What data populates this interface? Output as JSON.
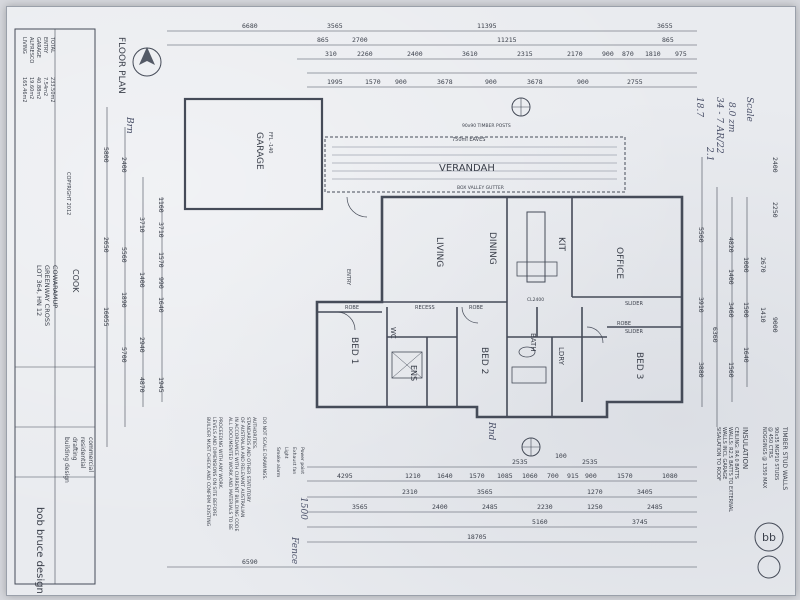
{
  "drawing": {
    "title": "FLOOR PLAN",
    "client": "COOK",
    "lot": "LOT 364, HN 12",
    "estate": "GREENWAY CROSS",
    "suburb": "COWARAMUP",
    "company": "bob bruce design",
    "services": [
      "building design",
      "drafting",
      "residential",
      "commercial"
    ],
    "area_rows": [
      {
        "label": "LIVING",
        "value": "165.46m2"
      },
      {
        "label": "ALFRESCO",
        "value": "19.60m2"
      },
      {
        "label": "GARAGE",
        "value": "40.88m2"
      },
      {
        "label": "ENTRY",
        "value": "7.54m2"
      },
      {
        "label": "TOTAL",
        "value": "233.50m2"
      }
    ],
    "copyright": "COPYRIGHT 2012",
    "notes": [
      "BUILDER MUST CHECK AND CONFIRM EXISTING",
      "LEVELS AND DIMENSIONS ON SITE BEFORE",
      "PROCEEDING WITH ANY WORK.",
      "ALL DOCUMENTED WORK AND MATERIALS TO BE",
      "IN ACCORDANCE WITH CURRENT BUILDING CODE",
      "OF AUSTRALIA AND RELEVANT AUSTRALIAN",
      "STANDARDS AND OTHER STATUTORY",
      "AUTHORITIES.",
      "DO NOT SCALE DRAWINGS."
    ]
  },
  "rooms": {
    "living": "LIVING",
    "dining": "DINING",
    "kit": "KIT",
    "office": "OFFICE",
    "bed1": "BED 1",
    "bed2": "BED 2",
    "bed3": "BED 3",
    "ens": "ENS",
    "bath": "BATH",
    "wc": "WC",
    "ldry": "LDRY",
    "garage": "GARAGE",
    "verandah": "VERANDAH",
    "robe": "ROBE",
    "recess": "RECESS",
    "entry": "ENTRY",
    "garage_slab": "FFL -140",
    "ceiling": "CL2400",
    "sliders": [
      "SLIDER",
      "SLIDER",
      "SLIDER"
    ]
  },
  "dims": {
    "top_overall": "11395",
    "top_row1": [
      "6680",
      "3565",
      "3655"
    ],
    "top_row2": [
      "865",
      "2700",
      "11215",
      "865"
    ],
    "top_row3": [
      "310",
      "2260",
      "2400",
      "3610",
      "2315",
      "2170",
      "900",
      "870",
      "1810",
      "975"
    ],
    "top_row4": [
      "1995",
      "1570",
      "900",
      "3678",
      "900",
      "3678",
      "900",
      "2755"
    ],
    "bottom_overall": "18705",
    "bottom_row0": [
      "2535",
      "100",
      "2535"
    ],
    "bottom_row1": [
      "4295",
      "1210",
      "1640",
      "1570",
      "1085",
      "1060",
      "700",
      "915",
      "900",
      "1570",
      "1080"
    ],
    "bottom_row2": [
      "2310",
      "3565",
      "1270",
      "3405"
    ],
    "bottom_row3": [
      "3565",
      "2400",
      "2485",
      "2230",
      "1250",
      "2485"
    ],
    "bottom_row4": [
      "5160",
      "3745"
    ],
    "bottom_row5": [
      "6590"
    ],
    "left_col1": [
      "5800",
      "2650",
      "16055"
    ],
    "left_col2": [
      "2400",
      "5560",
      "1890",
      "5700"
    ],
    "left_col3": [
      "3710",
      "1400",
      "2940",
      "4870"
    ],
    "left_col4": [
      "1160",
      "3710",
      "1570",
      "990",
      "1640",
      "1945"
    ],
    "right_col1": [
      "2400",
      "2250",
      "9000"
    ],
    "right_col2": [
      "5560",
      "3910",
      "3880",
      "6360"
    ],
    "right_col3": [
      "4820",
      "1400",
      "3460",
      "1560"
    ],
    "right_col4": [
      "1000",
      "2670",
      "1410",
      "1500",
      "1640"
    ],
    "eaves": "750ml EAVES",
    "gutter": "BOX VALLEY GUTTER",
    "beam": "90x90 TIMBER POSTS"
  },
  "insulation": {
    "heading": "INSULATION",
    "lines": [
      "CEILING: R4.0 BATTS",
      "WALLS: R2.5 BATTS TO EXTERNAL",
      "WALLS INCL GARAGE",
      "SISALATION TO ROOF"
    ]
  },
  "timber_note": {
    "heading": "TIMBER STUD WALLS",
    "lines": [
      "90x35 MGP10 STUDS",
      "@ 450 CTRS",
      "NOGGINGS @ 1350 MAX"
    ]
  },
  "handwriting": [
    "Brn",
    "2.1",
    "34 - 7 AR/22",
    "8.0 zm",
    "18.7",
    "Scale",
    "1500",
    "Fence",
    "Rnd"
  ],
  "legend": [
    "Smoke alarm",
    "Light",
    "Exhaust fan",
    "Power point"
  ]
}
